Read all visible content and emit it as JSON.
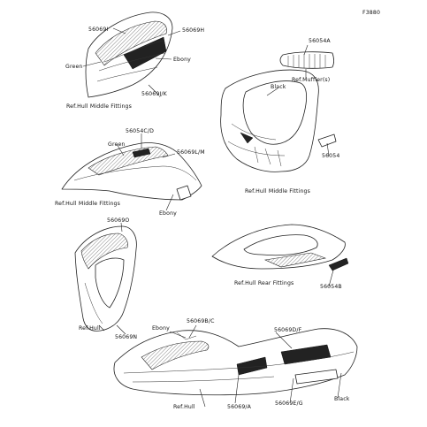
{
  "figure_code": "F3880",
  "callouts": {
    "p56069I": "56069I",
    "p56069H": "56069H",
    "green_top": "Green",
    "ebony_top": "Ebony",
    "p56069JK": "56069J/K",
    "ref_hull_mid_1": "Ref.Hull Middle Fittings",
    "p56054A": "56054A",
    "ref_muffler": "Ref.Muffler(s)",
    "black_mid": "Black",
    "p56054": "56054",
    "ref_hull_mid_2": "Ref.Hull Middle Fittings",
    "p56054CD": "56054C/D",
    "green_mid": "Green",
    "p56069LM": "56069L/M",
    "ref_hull_mid_3": "Ref.Hull Middle Fittings",
    "ebony_mid": "Ebony",
    "p56069O": "56069O",
    "ref_hull_rear": "Ref.Hull Rear Fittings",
    "p56054B": "56054B",
    "ref_hull_1": "Ref.Hull",
    "p56069N": "56069N",
    "ebony_hull": "Ebony",
    "p56069BC": "56069B/C",
    "p56069DF": "56069D/F",
    "ref_hull_2": "Ref.Hull",
    "p56069A": "56069/A",
    "p56069EG": "56069E/G",
    "black_hull": "Black"
  },
  "icons": [
    "nose-cover-part",
    "muffler-grip-part",
    "hull-deck-part",
    "side-cover-part",
    "front-hood-part",
    "rear-step-part",
    "hull-part"
  ]
}
